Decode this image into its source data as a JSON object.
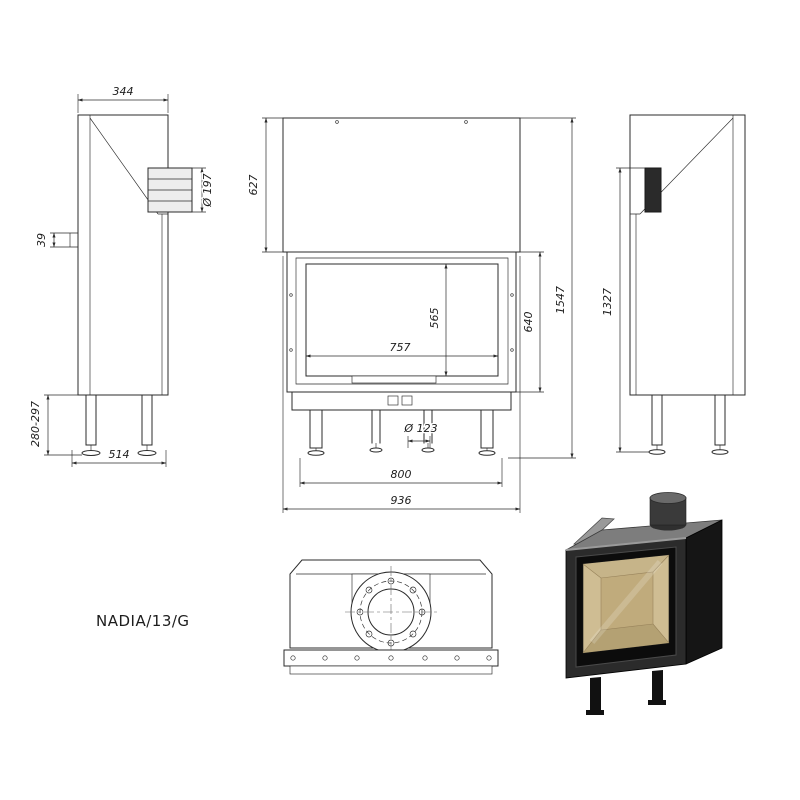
{
  "model_label": "NADIA/13/G",
  "colors": {
    "line": "#2b2b2b",
    "body_black": "#1a1a1a",
    "firebox_beige": "#cfbd93"
  },
  "views": {
    "side_left": {
      "top_depth": "344",
      "flue_diameter": "Ø 197",
      "rear_gap": "39",
      "foot_adjust_range": "280-297",
      "base_depth": "514"
    },
    "front": {
      "hood_height": "627",
      "glass_height": "565",
      "glass_width": "757",
      "door_height": "640",
      "total_height": "1547",
      "bottom_collar_diameter": "Ø 123",
      "firebox_width": "800",
      "overall_width": "936"
    },
    "side_right": {
      "body_height": "1327"
    }
  }
}
